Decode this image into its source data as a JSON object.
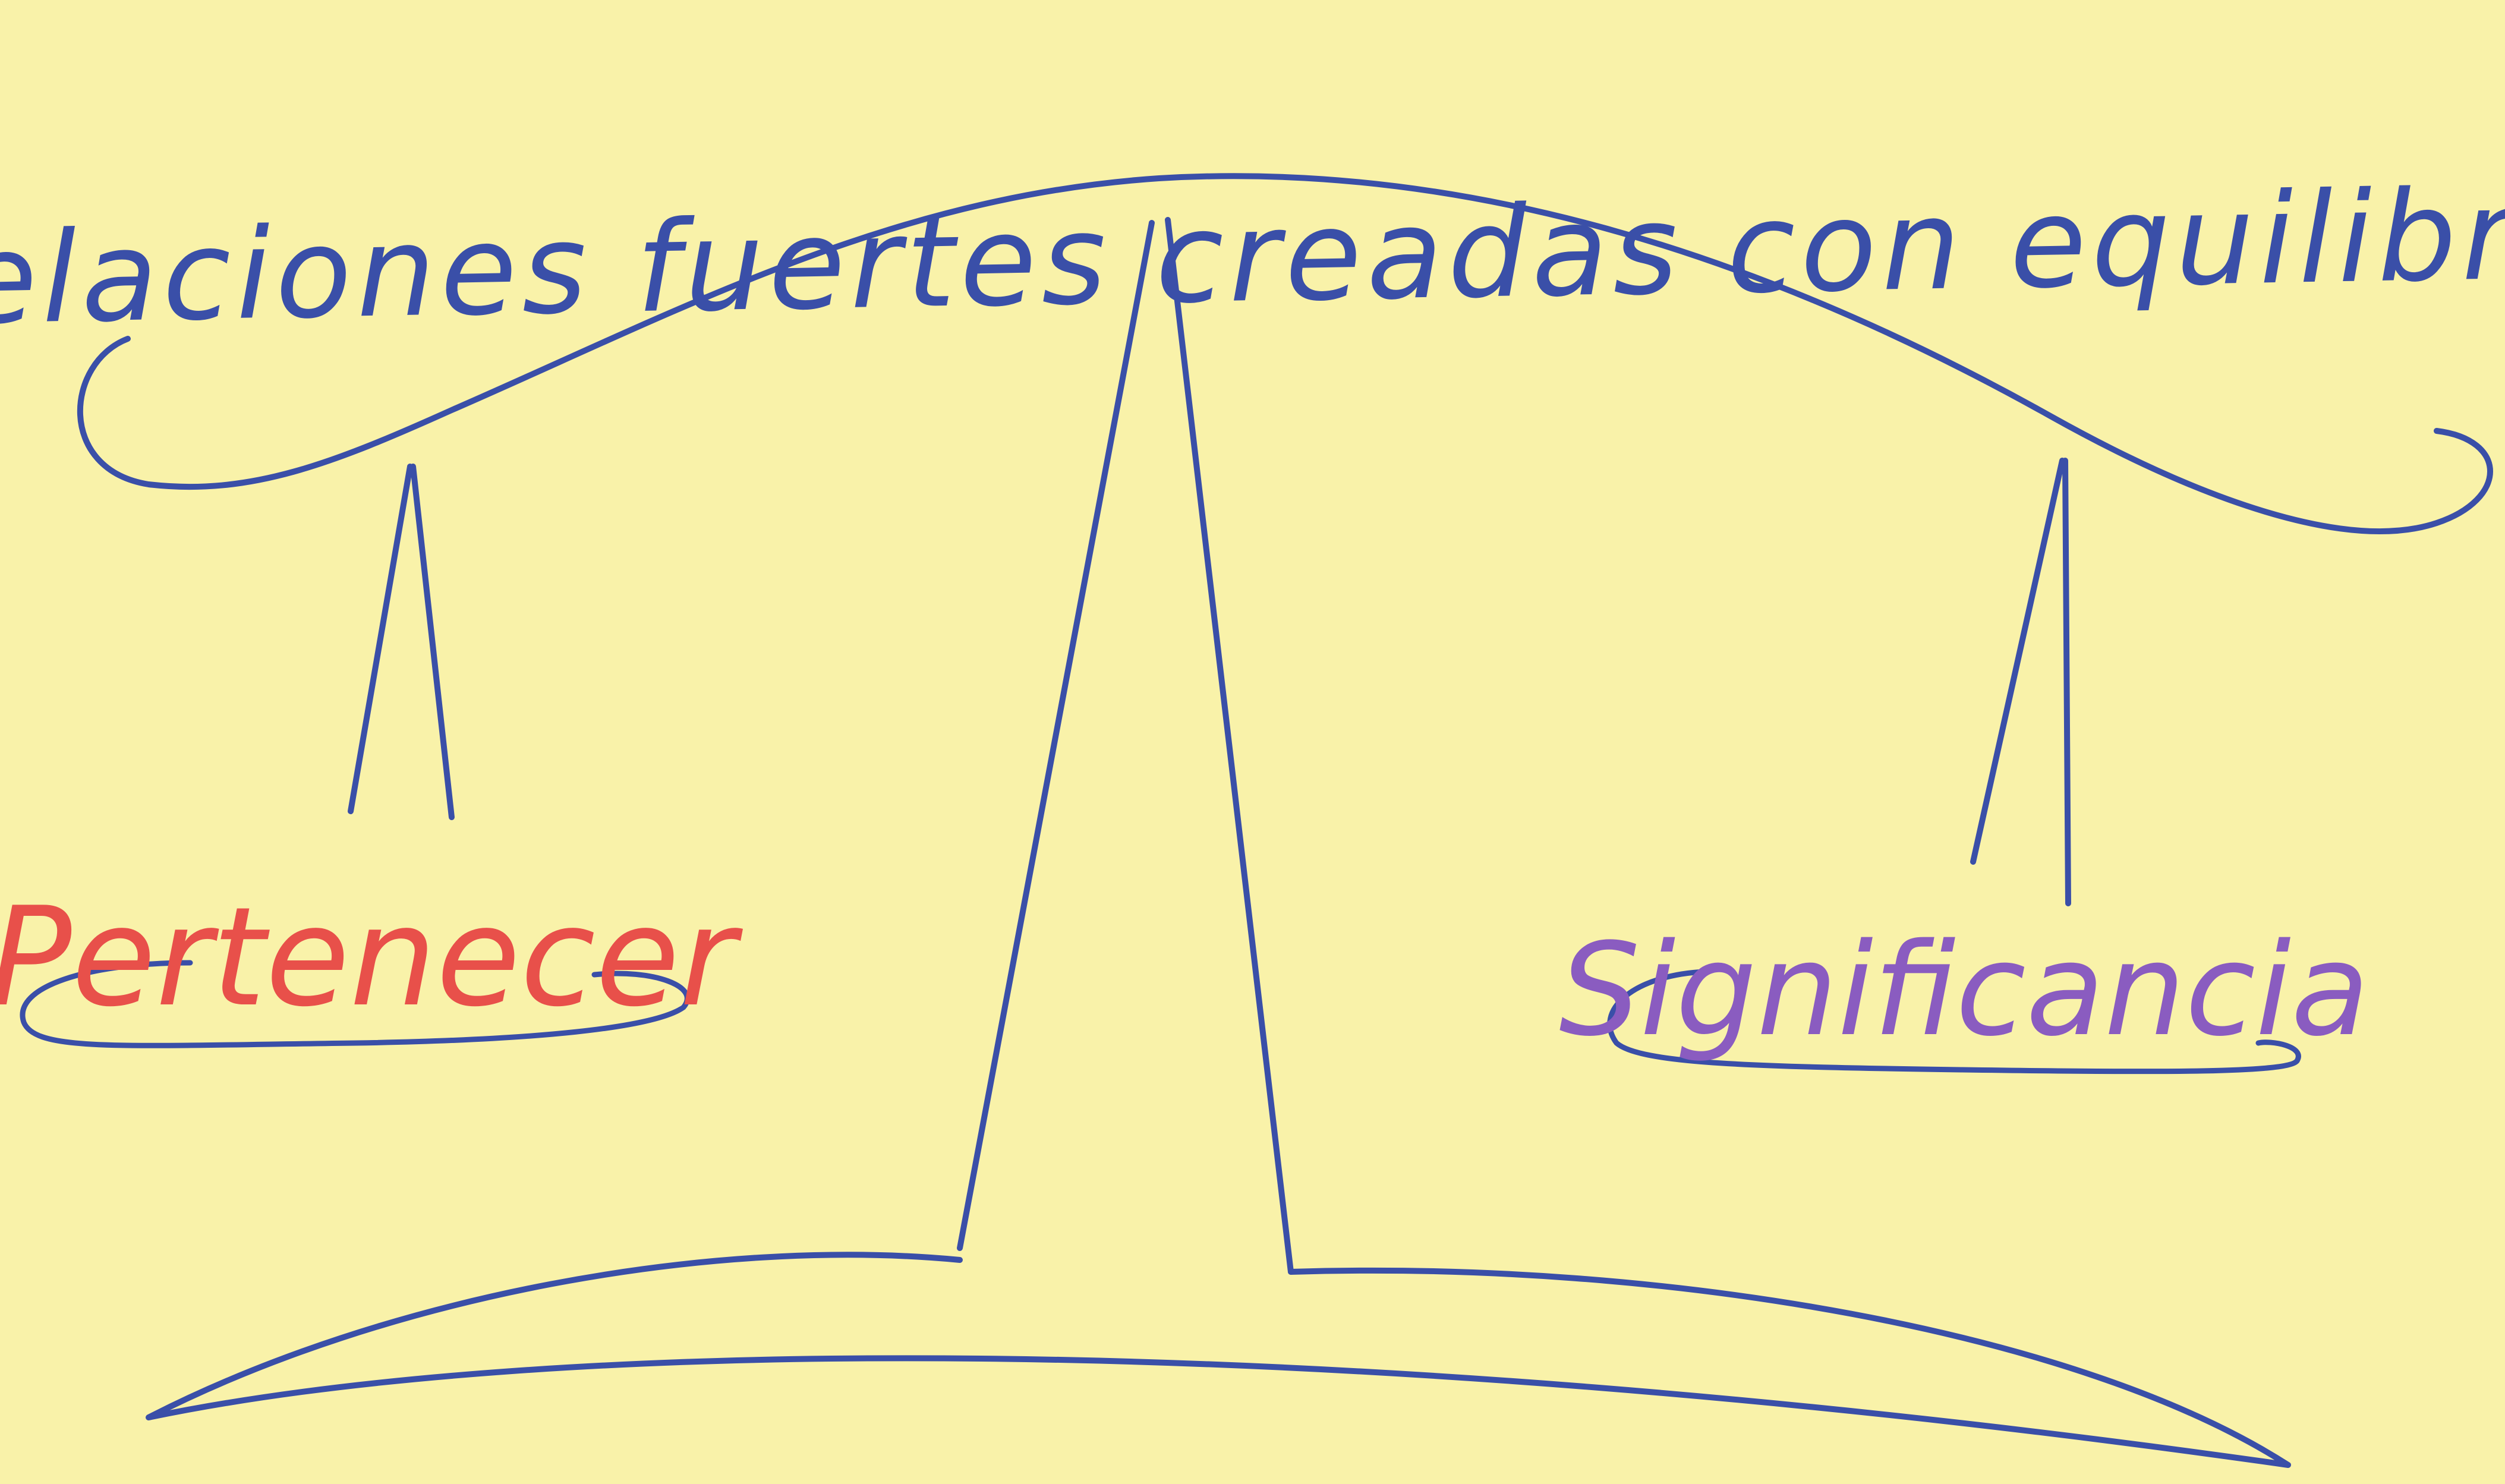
{
  "title": "Relaciones fuertes creadas con equilibrio",
  "left_label": "Pertenecer",
  "right_label": "Significancia",
  "colors": {
    "paper": "#f9f2a9",
    "blue_ink": "#3a4fa8",
    "red_ink": "#e8504a",
    "purple_ink": "#8a5cc0"
  }
}
